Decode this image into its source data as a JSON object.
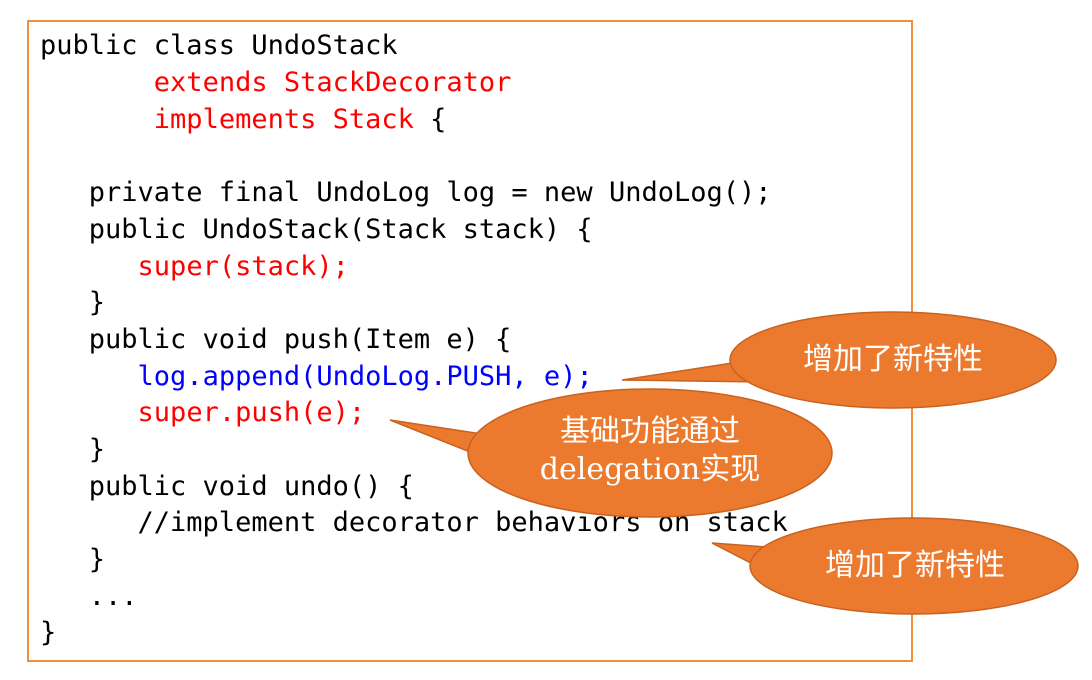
{
  "code": {
    "lines": [
      [
        "public class UndoStack"
      ],
      [
        "       ",
        "extends StackDecorator"
      ],
      [
        "       ",
        "implements Stack",
        " {"
      ],
      [
        ""
      ],
      [
        "   private final UndoLog log = new UndoLog();"
      ],
      [
        "   public UndoStack(Stack stack) {"
      ],
      [
        "      ",
        "super(stack);"
      ],
      [
        "   }"
      ],
      [
        "   public void push(Item e) {"
      ],
      [
        "      ",
        "log.append(UndoLog.PUSH, e);"
      ],
      [
        "      ",
        "super.push(e);"
      ],
      [
        "   }"
      ],
      [
        "   public void undo() {"
      ],
      [
        "      //implement decorator behaviors on stack"
      ],
      [
        "   }"
      ],
      [
        "   ..."
      ],
      [
        "}"
      ]
    ]
  },
  "callouts": {
    "new_feature_1": "增加了新特性",
    "delegation_line1": "基础功能通过",
    "delegation_line2": "delegation实现",
    "new_feature_2": "增加了新特性"
  },
  "colors": {
    "border": "#f0903a",
    "highlight_red": "#ff0000",
    "highlight_blue": "#0000ff",
    "callout_fill": "#ec7a2e",
    "callout_stroke": "#c9621f"
  }
}
